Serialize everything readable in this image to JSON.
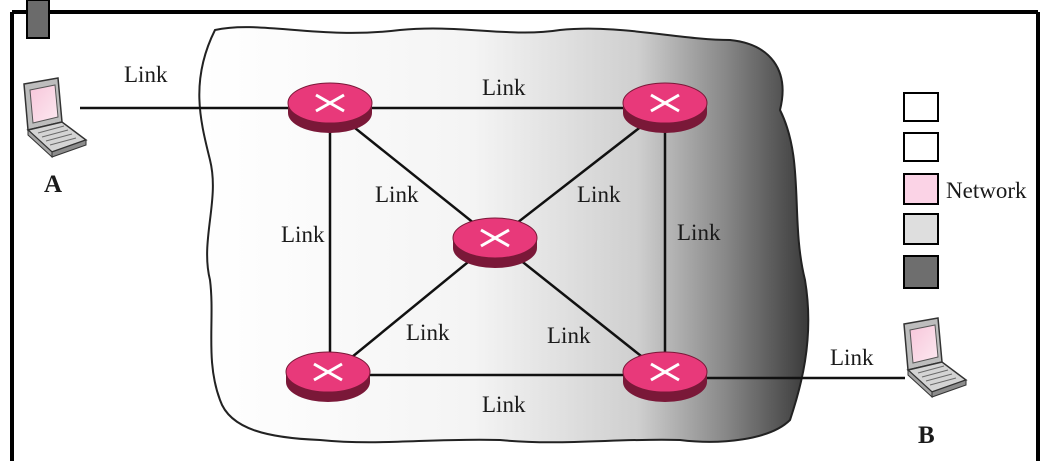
{
  "diagram": {
    "endpoints": {
      "a": {
        "label": "A"
      },
      "b": {
        "label": "B"
      }
    },
    "links": {
      "a_to_router_tl": "Link",
      "top": "Link",
      "tl_to_center": "Link",
      "center_to_tr": "Link",
      "left": "Link",
      "right": "Link",
      "bl_to_center": "Link",
      "center_to_br": "Link",
      "bottom": "Link",
      "br_to_b": "Link"
    },
    "legend": {
      "items": [
        {
          "label": "",
          "color": "#ffffff"
        },
        {
          "label": "",
          "color": "#ffffff"
        },
        {
          "label": "Network",
          "color": "#fbd3e6"
        },
        {
          "label": "",
          "color": "#dedede"
        },
        {
          "label": "",
          "color": "#6e6e6e"
        }
      ]
    },
    "colors": {
      "router": "#e8397a",
      "router_dark": "#7a1838",
      "network_gradient_light": "#ffffff",
      "network_gradient_dark": "#404040"
    }
  }
}
